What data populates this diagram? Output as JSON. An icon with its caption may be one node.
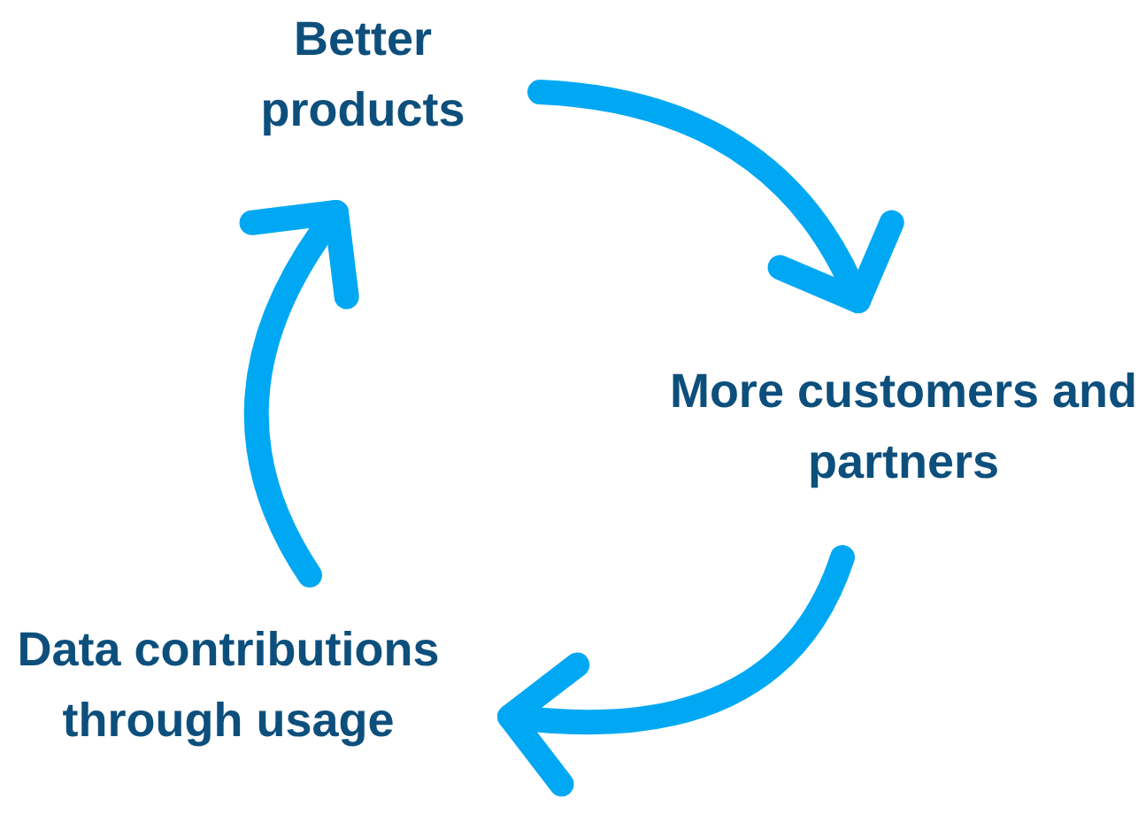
{
  "diagram": {
    "nodes": [
      {
        "text": [
          "Better products"
        ]
      },
      {
        "text": [
          "More customers and partners"
        ]
      },
      {
        "text": [
          "Data contributions through usage"
        ]
      }
    ],
    "edges": [
      {
        "from": 0,
        "to": 1,
        "arrow": "to"
      },
      {
        "from": 1,
        "to": 2,
        "arrow": "to"
      },
      {
        "from": 2,
        "to": 0,
        "arrow": "to"
      }
    ]
  }
}
